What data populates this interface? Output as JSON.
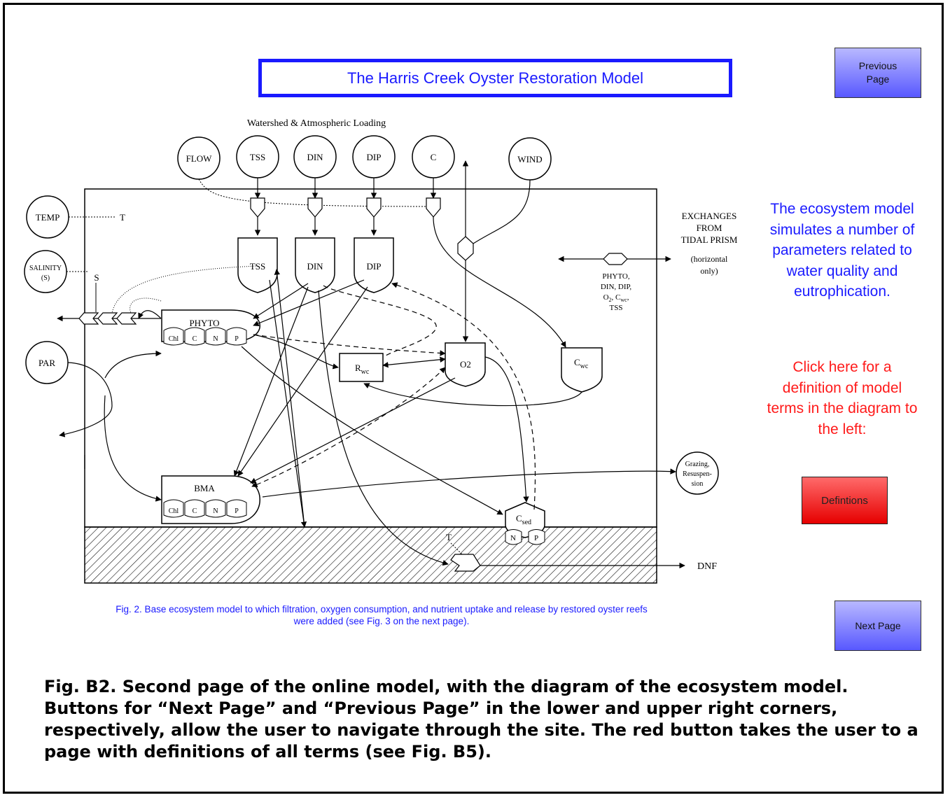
{
  "header": {
    "title": "The Harris Creek Oyster Restoration Model"
  },
  "nav": {
    "previous_label_line1": "Previous",
    "previous_label_line2": "Page",
    "next_label": "Next Page"
  },
  "side_panel": {
    "description": "The ecosystem model simulates a number of parameters related to water quality and eutrophication.",
    "click_prompt": "Click here for a definition of model terms in the diagram to the left:",
    "definitions_button": "Defintions"
  },
  "diagram": {
    "top_label": "Watershed & Atmospheric Loading",
    "inputs": [
      "FLOW",
      "TSS",
      "DIN",
      "DIP",
      "C",
      "WIND"
    ],
    "left_inputs": {
      "temp": "TEMP",
      "temp_var": "T",
      "salinity_line1": "SALINITY",
      "salinity_line2": "(S)",
      "salinity_var": "S",
      "par": "PAR"
    },
    "pools": {
      "tss": "TSS",
      "din": "DIN",
      "dip": "DIP",
      "o2": "O2",
      "cwc": "C",
      "cwc_sub": "wc",
      "rwc": "R",
      "rwc_sub": "wc",
      "csed": "C",
      "csed_sub": "sed"
    },
    "phyto": {
      "label": "PHYTO",
      "parts": [
        "Chl",
        "C",
        "N",
        "P"
      ]
    },
    "bma": {
      "label": "BMA",
      "parts": [
        "Chl",
        "C",
        "N",
        "P"
      ]
    },
    "sediment_parts": [
      "N",
      "P"
    ],
    "exchanges": {
      "line1": "EXCHANGES",
      "line2": "FROM",
      "line3": "TIDAL PRISM",
      "line4": "(horizontal",
      "line5": "only)"
    },
    "exchange_vars": {
      "line1": "PHYTO,",
      "line2": "DIN, DIP,",
      "line3": "O",
      "line3_sub": "2",
      "line3_rest": ", C",
      "line3_sub2": "wc",
      "line3_end": ",",
      "line4": "TSS"
    },
    "grazing": {
      "line1": "Grazing,",
      "line2": "Resuspen-",
      "line3": "sion"
    },
    "dnf": "DNF",
    "dnf_temp": "T"
  },
  "figure_caption": "Fig. 2. Base ecosystem model to which filtration, oxygen consumption, and nutrient uptake and release by restored oyster reefs were added (see Fig. 3 on the next page).",
  "bottom_caption": "Fig. B2.  Second page of the online model, with the diagram of the ecosystem model.  Buttons for “Next Page” and “Previous Page” in the lower and upper right corners, respectively, allow the user to navigate through the site.  The red button takes the user to a page with definitions of all terms (see Fig. B5)."
}
